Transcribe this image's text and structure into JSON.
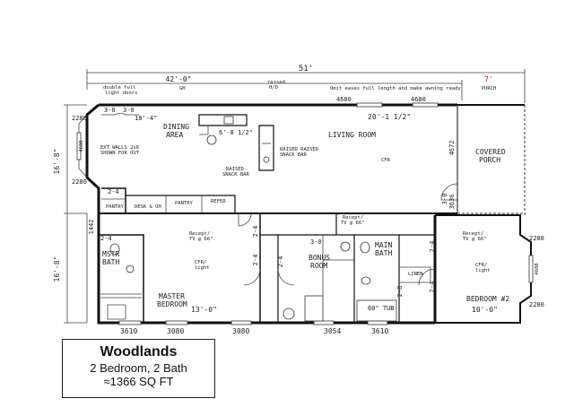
{
  "plan": {
    "overall_width": "51'",
    "top_width": "42'-0\"",
    "porch_width": "7'",
    "porch_label": "PORCH",
    "side_width_1": "16'-8\"",
    "side_width_2": "16'-8\"",
    "note_doors": "double full\nlight doors",
    "note_raised": "raised\nH/D",
    "note_roof": "Omit eaves full length and make awning ready",
    "gh": "GH",
    "rooms": {
      "dining": "DINING\nAREA",
      "living": "LIVING ROOM",
      "covered_porch": "COVERED\nPORCH",
      "master_bath": "MSTR\nBATH",
      "master_bedroom": "MASTER\nBEDROOM",
      "bonus": "BONUS\nROOM",
      "main_bath": "MAIN\nBATH",
      "bedroom2": "BEDROOM #2",
      "linen": "LINEN"
    },
    "cfr_light_1": "CFR/\nlight",
    "cfr_light_2": "CFR/\nlight",
    "cfr_living": "CFR",
    "recept_1": "Recept/\nTV @ 66\"",
    "recept_2": "Recept/\nTV @ 66\"",
    "recept_3": "Recept/\nTV @ 66\"",
    "ext_walls": "EXT WALLS 2x6\nSHOWN FOR OUT",
    "raised_snack": "RAISED RAISED\nSNACK BAR",
    "raised_snack_2": "RAISED\nSNACK BAR",
    "pantry": "PANTRY",
    "desk": "DESK & OH",
    "pantry2": "PANTRY",
    "refer": "REFER",
    "tub": "60\" TUB",
    "dims": {
      "d_3_0a": "3-0",
      "d_3_0b": "3-0",
      "d_18_4": "18'-4\"",
      "d_6_8": "6'-8 1/2\"",
      "d_20_1": "20'-1 1/2\"",
      "d_4680a": "4680",
      "d_4680b": "4680",
      "d_4680c": "4680",
      "d_4680d": "4680",
      "d_2280a": "2280",
      "d_2280b": "2280",
      "d_2280c": "2280",
      "d_2280d": "2280",
      "d_4672": "4672",
      "d_3636": "3636",
      "d_1442": "1442",
      "d_13_0": "13'-0\"",
      "d_10_0": "10'-0\"",
      "d_3_0c": "3-0",
      "d_2_4a": "2-4",
      "d_2_4b": "2-4",
      "d_2_4c": "2-4",
      "d_2_4d": "2-4",
      "d_2_4e": "2-4",
      "d_2_4f": "2-4",
      "d_2_4g": "2-4",
      "d_3_0d": "3-0",
      "d_2_8": "2-8",
      "w_3610a": "3610",
      "w_3080a": "3080",
      "w_3080b": "3080",
      "w_3054": "3054",
      "w_3610b": "3610"
    }
  },
  "title": {
    "name": "Woodlands",
    "beds": "2 Bedroom, 2 Bath",
    "area": "≈1366 SQ FT"
  }
}
